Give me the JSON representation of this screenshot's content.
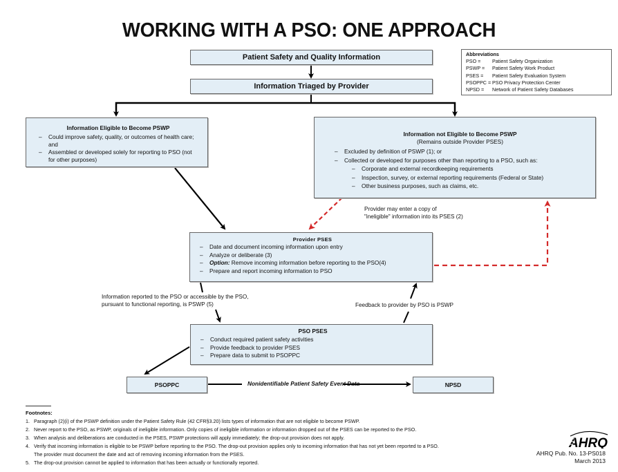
{
  "title": "WORKING WITH A PSO: ONE APPROACH",
  "abbreviations": {
    "heading": "Abbreviations",
    "items": [
      {
        "abbr": "PSO =",
        "meaning": "Patient Safety Organization"
      },
      {
        "abbr": "PSWP =",
        "meaning": "Patient Safety Work Product"
      },
      {
        "abbr": "PSES =",
        "meaning": "Patient Safety Evaluation System"
      },
      {
        "abbr": "PSOPPC =",
        "meaning": "PSO Privacy Protection Center"
      },
      {
        "abbr": "NPSD =",
        "meaning": "Network of Patient Safety Databases"
      }
    ]
  },
  "boxes": {
    "info_source": "Patient Safety and Quality Information",
    "triage": "Information Triaged by Provider",
    "eligible": {
      "heading": "Information Eligible to Become PSWP",
      "items": [
        "Could improve safety, quality, or outcomes of health care; and",
        "Assembled or developed solely for reporting to PSO (not for other purposes)"
      ]
    },
    "not_eligible": {
      "heading": "Information not Eligible to Become PSWP",
      "subheading": "(Remains outside Provider PSES)",
      "items": [
        "Excluded by definition of PSWP (1); or",
        "Collected or developed for purposes other than reporting to a PSO, such as:"
      ],
      "subitems": [
        "Corporate and external recordkeeping requirements",
        "Inspection, survey, or external reporting requirements (Federal or State)",
        "Other business purposes, such as claims, etc."
      ]
    },
    "provider_pses": {
      "heading": "Provider PSES",
      "items": [
        "Date and document incoming information upon entry",
        "Analyze or deliberate (3)"
      ],
      "option_label": "Option:",
      "option_text": " Remove incoming information before reporting to the PSO(4)",
      "last_item": "Prepare and report incoming information to PSO"
    },
    "pso_pses": {
      "heading": "PSO PSES",
      "items": [
        "Conduct required patient safety activities",
        "Provide feedback to provider PSES",
        "Prepare data to submit to PSOPPC"
      ]
    },
    "psoppc": "PSOPPC",
    "npsd": "NPSD"
  },
  "labels": {
    "copy_ineligible": [
      "Provider may enter a copy of",
      "\"ineligible\" information into its PSES (2)"
    ],
    "reported_pswp": [
      "Information reported to the PSO or accessible by the PSO,",
      "pursuant to functional reporting, is PSWP (5)"
    ],
    "feedback": "Feedback to provider by PSO is PSWP",
    "nonidentifiable": "Nonidentifiable Patient Safety Event Data"
  },
  "footnotes": {
    "heading": "Footnotes:",
    "items": [
      {
        "n": "1.",
        "text": "Paragraph (2)(i) of the PSWP definition under the Patient Safety Rule (42 CFR§3.20) lists types of information that are not eligible to become PSWP."
      },
      {
        "n": "2.",
        "text": "Never report to the PSO, as PSWP, originals of ineligible information. Only copies of ineligible information or information dropped out of the PSES can be reported to the PSO."
      },
      {
        "n": "3.",
        "text": "When analysis and deliberations are conducted in the PSES, PSWP protections will apply immediately; the drop-out provision does not apply."
      },
      {
        "n": "4.",
        "text": "Verify that incoming information is eligible to be PSWP before reporting to the PSO. The drop-out provision applies only to incoming information that has not yet been reported to a PSO.",
        "text2": "The provider must document the date and act of removing incoming information from the PSES."
      },
      {
        "n": "5.",
        "text": "The drop-out provision cannot be applied to information that has been actually or functionally reported."
      }
    ]
  },
  "publisher": {
    "logo_text": "AHRQ",
    "pub_no": "AHRQ Pub. No. 13-PS018",
    "date": "March 2013"
  },
  "colors": {
    "box_fill": "#e3eef6",
    "arrow": "#000000",
    "dashed_arrow": "#d42a2a"
  }
}
